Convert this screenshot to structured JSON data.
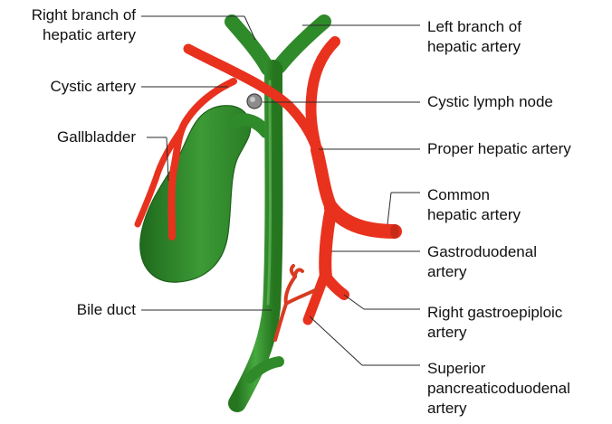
{
  "colors": {
    "artery": "#e8321e",
    "artery_edge": "#b0200f",
    "duct": "#2f8a2a",
    "duct_dark": "#1f6a1d",
    "duct_light": "#4fae45",
    "node": "#8c8c8c",
    "leader": "#2a2a2a"
  },
  "labels": {
    "right_branch": "Right branch of\nhepatic artery",
    "cystic_artery": "Cystic artery",
    "gallbladder": "Gallbladder",
    "bile_duct": "Bile duct",
    "left_branch": "Left branch of\nhepatic artery",
    "cystic_node": "Cystic lymph node",
    "proper_hepatic": "Proper hepatic artery",
    "common_hepatic": "Common\nhepatic artery",
    "gastroduodenal": "Gastroduodenal\nartery",
    "right_gastroepiploic": "Right gastroepiploic\nartery",
    "superior_pancreatico": "Superior\npancreaticoduodenal\nartery"
  }
}
